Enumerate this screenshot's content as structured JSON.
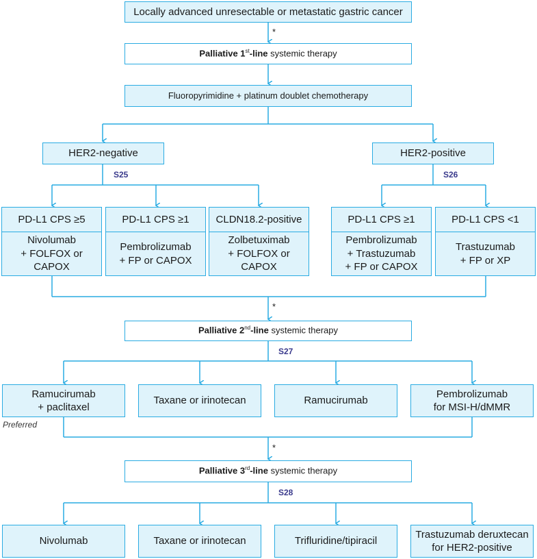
{
  "top": "Locally advanced unresectable or metastatic gastric cancer",
  "line1": {
    "bold": "Palliative 1",
    "sup": "st",
    "bold2": "-line",
    "rest": " systemic therapy"
  },
  "chemo": "Fluoropyrimidine + platinum doublet chemotherapy",
  "her2_neg": "HER2-negative",
  "her2_pos": "HER2-positive",
  "codes": {
    "s25": "S25",
    "s26": "S26",
    "s27": "S27",
    "s28": "S28"
  },
  "star": "*",
  "first_line_regimens": [
    {
      "header": "PD-L1 CPS ≥5",
      "lines": [
        "Nivolumab",
        "+ FOLFOX or CAPOX"
      ]
    },
    {
      "header": "PD-L1 CPS ≥1",
      "lines": [
        "Pembrolizumab",
        "+ FP or CAPOX"
      ]
    },
    {
      "header": "CLDN18.2-positive",
      "lines": [
        "Zolbetuximab",
        "+ FOLFOX or CAPOX"
      ]
    },
    {
      "header": "PD-L1 CPS ≥1",
      "lines": [
        "Pembrolizumab",
        "+ Trastuzumab",
        "+ FP or CAPOX"
      ]
    },
    {
      "header": "PD-L1 CPS <1",
      "lines": [
        "Trastuzumab",
        "+ FP or XP"
      ]
    }
  ],
  "line2": {
    "bold": "Palliative 2",
    "sup": "nd",
    "bold2": "-line",
    "rest": " systemic therapy"
  },
  "second_line": [
    {
      "lines": [
        "Ramucirumab",
        "+ paclitaxel"
      ]
    },
    {
      "lines": [
        "Taxane or irinotecan"
      ]
    },
    {
      "lines": [
        "Ramucirumab"
      ]
    },
    {
      "lines": [
        "Pembrolizumab",
        "for MSI-H/dMMR"
      ]
    }
  ],
  "preferred": "Preferred",
  "line3": {
    "bold": "Palliative 3",
    "sup": "rd",
    "bold2": "-line",
    "rest": " systemic therapy"
  },
  "third_line": [
    {
      "lines": [
        "Nivolumab"
      ]
    },
    {
      "lines": [
        "Taxane or irinotecan"
      ]
    },
    {
      "lines": [
        "Trifluridine/tipiracil"
      ]
    },
    {
      "lines": [
        "Trastuzumab deruxtecan",
        "for HER2-positive"
      ]
    }
  ]
}
